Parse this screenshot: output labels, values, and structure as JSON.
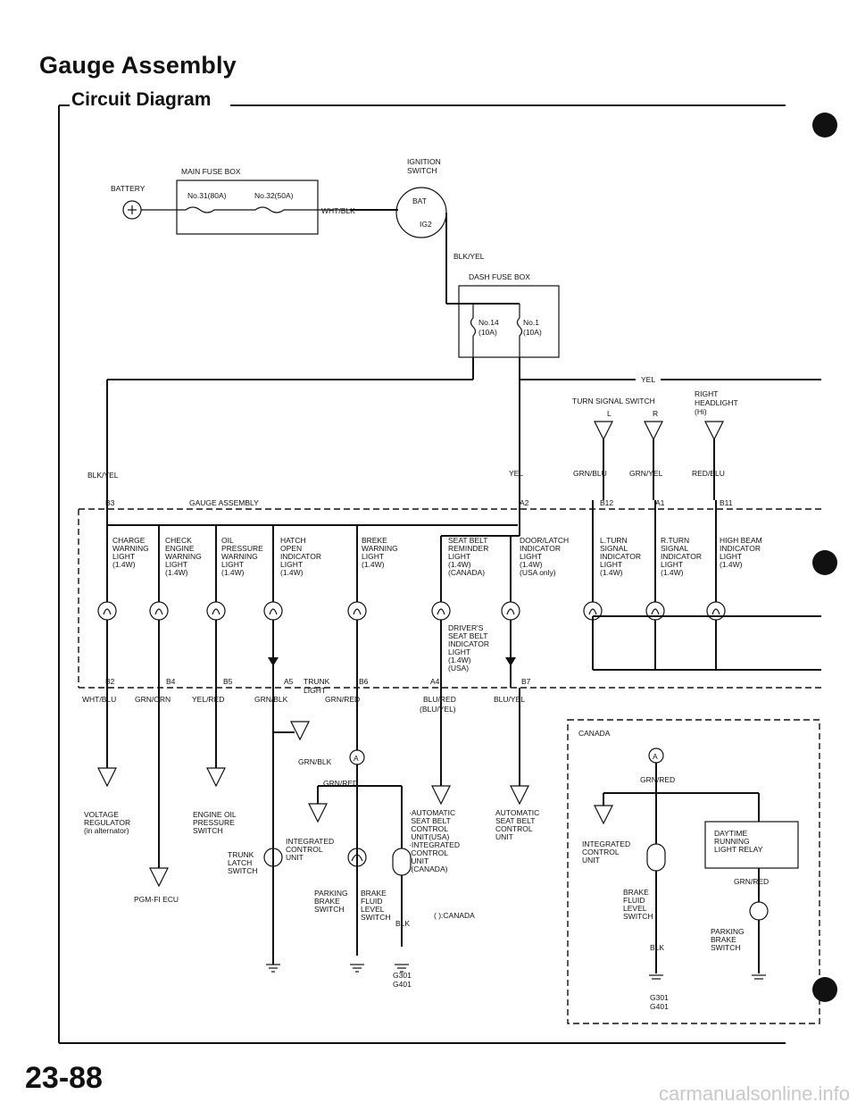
{
  "header": {
    "title": "Gauge Assembly",
    "subtitle": "Circuit Diagram"
  },
  "power": {
    "battery": "BATTERY",
    "main_fuse_box": "MAIN FUSE BOX",
    "fuse_31": "No.31(80A)",
    "fuse_32": "No.32(50A)",
    "ignition_switch": "IGNITION\nSWITCH",
    "bat_terminal": "BAT",
    "ig2_terminal": "IG2",
    "wire_wht_blk": "WHT/BLK",
    "wire_blk_yel": "BLK/YEL",
    "dash_fuse_box": "DASH FUSE BOX",
    "fuse_14": "No.14\n(10A)",
    "fuse_1": "No.1\n(10A)",
    "wire_yel": "YEL"
  },
  "inputs": {
    "turn_signal_switch": "TURN SIGNAL SWITCH",
    "turn_l": "L",
    "turn_r": "R",
    "right_headlight": "RIGHT\nHEADLIGHT\n(Hi)",
    "wire_blk_yel": "BLK/YEL",
    "wire_yel": "YEL",
    "wire_grn_blu": "GRN/BLU",
    "wire_grn_yel": "GRN/YEL",
    "wire_red_blu": "RED/BLU"
  },
  "gauge": {
    "title": "GAUGE ASSEMBLY",
    "pins_top": [
      "B3",
      "A2",
      "B12",
      "A1",
      "B11"
    ],
    "pins_bottom": [
      "B2",
      "B4",
      "B5",
      "A5",
      "B6",
      "A4",
      "B7"
    ],
    "lights": [
      "CHARGE\nWARNING\nLIGHT\n(1.4W)",
      "CHECK\nENGINE\nWARNING\nLIGHT\n(1.4W)",
      "OIL\nPRESSURE\nWARNING\nLIGHT\n(1.4W)",
      "HATCH\nOPEN\nINDICATOR\nLIGHT\n(1.4W)",
      "BREKE\nWARNING\nLIGHT\n(1.4W)",
      "SEAT BELT\nREMINDER\nLIGHT\n(1.4W)\n(CANADA)",
      "DOOR/LATCH\nINDICATOR\nLIGHT\n(1.4W)\n(USA only)",
      "L.TURN\nSIGNAL\nINDICATOR\nLIGHT\n(1.4W)",
      "R.TURN\nSIGNAL\nINDICATOR\nLIGHT\n(1.4W)",
      "HIGH BEAM\nINDICATOR\nLIGHT\n(1.4W)"
    ],
    "drivers_seat_belt": "DRIVER'S\nSEAT BELT\nINDICATOR\nLIGHT\n(1.4W)\n(USA)"
  },
  "outputs": {
    "wire_wht_blu": "WHT/BLU",
    "wire_grn_orn": "GRN/ORN",
    "wire_yel_red": "YEL/RED",
    "wire_grn_blk": "GRN/BLK",
    "wire_grn_red": "GRN/RED",
    "wire_blu_red": "BLU/RED\n(BLU/YEL)",
    "wire_blu_yel": "BLU/YEL",
    "trunk_light": "TRUNK\nLIGHT",
    "wire_grn_blk2": "GRN/BLK",
    "wire_grn_red2": "GRN/RED",
    "voltage_regulator": "VOLTAGE\nREGULATOR\n(in alternator)",
    "pgm_fi_ecu": "PGM-FI ECU",
    "engine_oil_switch": "ENGINE OIL\nPRESSURE\nSWITCH",
    "trunk_latch_switch": "TRUNK\nLATCH\nSWITCH",
    "integrated_control_unit": "INTEGRATED\nCONTROL\nUNIT",
    "parking_brake_switch": "PARKING\nBRAKE\nSWITCH",
    "brake_fluid_switch": "BRAKE\nFLUID\nLEVEL\nSWITCH",
    "wire_blk": "BLK",
    "ground": "G301\nG401",
    "seat_belt_units": "·AUTOMATIC\n SEAT BELT\n CONTROL\n UNIT(USA)\n·INTEGRATED\n CONTROL\n UNIT\n (CANADA)",
    "canada_note": "(    ):CANADA",
    "auto_seat_belt": "AUTOMATIC\nSEAT BELT\nCONTROL\nUNIT"
  },
  "canada_box": {
    "title": "CANADA",
    "wire_grn_red": "GRN/RED",
    "integrated_control_unit": "INTEGRATED\nCONTROL\nUNIT",
    "daytime_relay": "DAYTIME\nRUNNING\nLIGHT RELAY",
    "wire_grn_red2": "GRN/RED",
    "brake_fluid_switch": "BRAKE\nFLUID\nLEVEL\nSWITCH",
    "parking_brake_switch": "PARKING\nBRAKE\nSWITCH",
    "wire_blk": "BLK",
    "ground": "G301\nG401"
  },
  "footer": {
    "page": "23-88",
    "watermark": "carmanualsonline.info"
  }
}
